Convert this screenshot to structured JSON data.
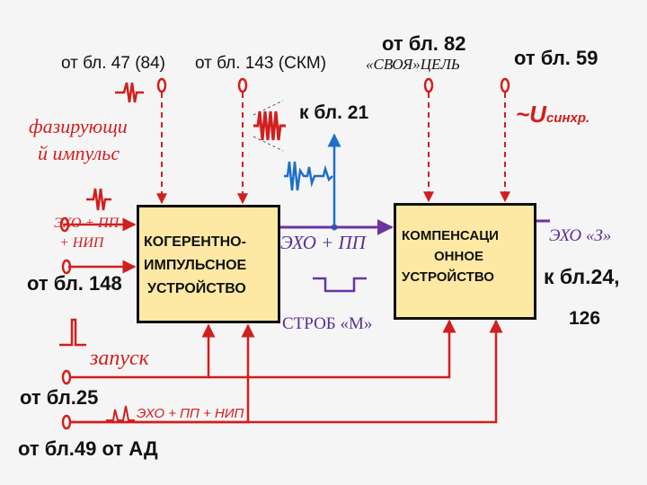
{
  "sources": {
    "bl47": "от бл. 47 (84)",
    "bl143": "от бл. 143 (СКМ)",
    "bl82": "от бл. 82",
    "svoya_cel": "«СВОЯ»ЦЕЛЬ",
    "bl59": "от бл. 59"
  },
  "phasing_label_1": "фазирующи",
  "phasing_label_2": "й импульс",
  "to_bl21": "к бл. 21",
  "u_sync_main": "~U",
  "u_sync_sub": "синхр.",
  "left_echo_1": "ЭХО + ПП",
  "left_echo_2": "+ НИП",
  "from_bl148": "от бл. 148",
  "block1": {
    "line1": "КОГЕРЕНТНО-",
    "line2": "ИМПУЛЬСНОЕ",
    "line3": "УСТРОЙСТВО"
  },
  "mid_echo": "ЭХО + ПП",
  "block2": {
    "line1": "КОМПЕНСАЦИ",
    "line2": "ОННОЕ",
    "line3": "УСТРОЙСТВО"
  },
  "echo_z": "ЭХО «З»",
  "to_bl24": "к бл.24,",
  "to_126": "126",
  "strob": "СТРОБ «М»",
  "zapusk": "запуск",
  "from_bl25": "от бл.25",
  "bottom_echo": "ЭХО + ПП + НИП",
  "bottom_line": "от бл.49 от АД",
  "colors": {
    "wire_red": "#d21e1e",
    "wire_purple": "#6a35a0",
    "wire_blue": "#1f6fc8",
    "block_fill": "#fde9a4"
  }
}
